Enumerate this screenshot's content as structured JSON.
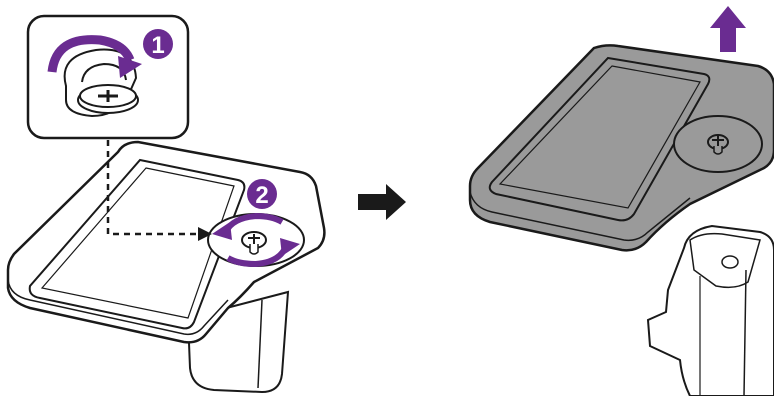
{
  "steps": [
    {
      "number": "1",
      "action": "lift-and-turn-screw-ring"
    },
    {
      "number": "2",
      "action": "rotate-thumbscrew-counterclockwise"
    }
  ],
  "icons": {
    "step1_badge": "circled-number-icon",
    "step2_badge": "circled-number-icon",
    "lift_direction": "up-arrow-icon",
    "proceed": "right-arrow-icon"
  },
  "colors": {
    "accent": "#6a2c91",
    "outline": "#1a1a1a",
    "base_left": "#ffffff",
    "base_right": "#9a9a9a",
    "stand_body": "#ffffff"
  }
}
